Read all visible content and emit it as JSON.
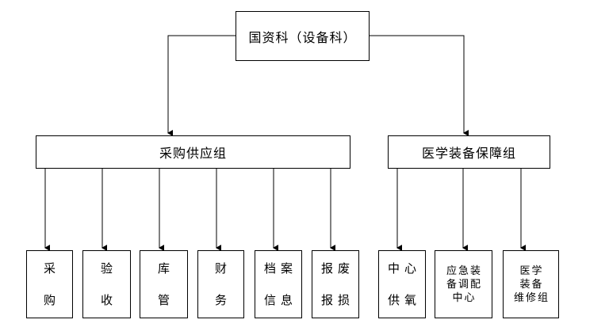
{
  "org": {
    "root": "国资科（设备科）",
    "groups": [
      {
        "name": "采购供应组",
        "units": [
          {
            "line1": "采",
            "line2": "购"
          },
          {
            "line1": "验",
            "line2": "收"
          },
          {
            "line1": "库",
            "line2": "管"
          },
          {
            "line1": "财",
            "line2": "务"
          },
          {
            "line1": "档案",
            "line2": "信息"
          },
          {
            "line1": "报废",
            "line2": "报损"
          }
        ]
      },
      {
        "name": "医学装备保障组",
        "units": [
          {
            "line1": "中心",
            "line2": "供氧"
          },
          {
            "line1": "应急装",
            "line2": "备调配",
            "line3": "中心"
          },
          {
            "line1": "医学",
            "line2": "装备",
            "line3": "维修组"
          }
        ]
      }
    ]
  }
}
